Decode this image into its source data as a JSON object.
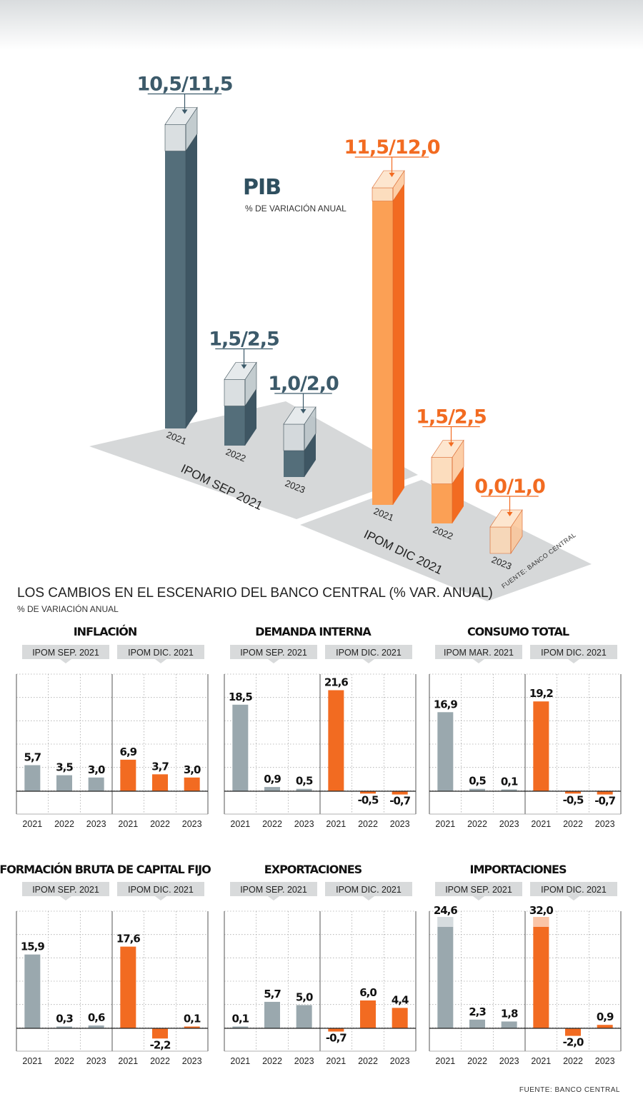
{
  "chart_data": [
    {
      "type": "bar",
      "title": "PIB",
      "subtitle": "% DE VARIACIÓN ANUAL",
      "groups": [
        {
          "name": "IPOM SEP 2021",
          "categories": [
            "2021",
            "2022",
            "2023"
          ],
          "low": [
            10.5,
            1.5,
            1.0
          ],
          "high": [
            11.5,
            2.5,
            2.0
          ],
          "labels": [
            "10,5/11,5",
            "1,5/2,5",
            "1,0/2,0"
          ],
          "color": "#546e7a"
        },
        {
          "name": "IPOM DIC 2021",
          "categories": [
            "2021",
            "2022",
            "2023"
          ],
          "low": [
            11.5,
            1.5,
            0.0
          ],
          "high": [
            12.0,
            2.5,
            1.0
          ],
          "labels": [
            "11,5/12,0",
            "1,5/2,5",
            "0,0/1,0"
          ],
          "color": "#f26b21"
        }
      ]
    },
    {
      "type": "bar",
      "title": "INFLACIÓN",
      "groups": [
        "IPOM SEP. 2021",
        "IPOM DIC. 2021"
      ],
      "categories": [
        "2021",
        "2022",
        "2023",
        "2021",
        "2022",
        "2023"
      ],
      "values": [
        5.7,
        3.5,
        3.0,
        6.9,
        3.7,
        3.0
      ],
      "labels": [
        "5,7",
        "3,5",
        "3,0",
        "6,9",
        "3,7",
        "3,0"
      ]
    },
    {
      "type": "bar",
      "title": "DEMANDA INTERNA",
      "groups": [
        "IPOM SEP. 2021",
        "IPOM DIC. 2021"
      ],
      "categories": [
        "2021",
        "2022",
        "2023",
        "2021",
        "2022",
        "2023"
      ],
      "values": [
        18.5,
        0.9,
        0.5,
        21.6,
        -0.5,
        -0.7
      ],
      "labels": [
        "18,5",
        "0,9",
        "0,5",
        "21,6",
        "-0,5",
        "-0,7"
      ]
    },
    {
      "type": "bar",
      "title": "CONSUMO TOTAL",
      "groups": [
        "IPOM MAR. 2021",
        "IPOM DIC. 2021"
      ],
      "categories": [
        "2021",
        "2022",
        "2023",
        "2021",
        "2022",
        "2023"
      ],
      "values": [
        16.9,
        0.5,
        0.1,
        19.2,
        -0.5,
        -0.7
      ],
      "labels": [
        "16,9",
        "0,5",
        "0,1",
        "19,2",
        "-0,5",
        "-0,7"
      ]
    },
    {
      "type": "bar",
      "title": "FORMACIÓN BRUTA DE CAPITAL FIJO",
      "groups": [
        "IPOM SEP. 2021",
        "IPOM DIC. 2021"
      ],
      "categories": [
        "2021",
        "2022",
        "2023",
        "2021",
        "2022",
        "2023"
      ],
      "values": [
        15.9,
        0.3,
        0.6,
        17.6,
        -2.2,
        0.1
      ],
      "labels": [
        "15,9",
        "0,3",
        "0,6",
        "17,6",
        "-2,2",
        "0,1"
      ]
    },
    {
      "type": "bar",
      "title": "EXPORTACIONES",
      "groups": [
        "IPOM SEP. 2021",
        "IPOM DIC. 2021"
      ],
      "categories": [
        "2021",
        "2022",
        "2023",
        "2021",
        "2022",
        "2023"
      ],
      "values": [
        0.1,
        5.7,
        5.0,
        -0.7,
        6.0,
        4.4
      ],
      "labels": [
        "0,1",
        "5,7",
        "5,0",
        "-0,7",
        "6,0",
        "4,4"
      ]
    },
    {
      "type": "bar",
      "title": "IMPORTACIONES",
      "groups": [
        "IPOM SEP. 2021",
        "IPOM DIC. 2021"
      ],
      "categories": [
        "2021",
        "2022",
        "2023",
        "2021",
        "2022",
        "2023"
      ],
      "values": [
        24.6,
        2.3,
        1.8,
        32.0,
        -2.0,
        0.9
      ],
      "labels": [
        "24,6",
        "2,3",
        "1,8",
        "32,0",
        "-2,0",
        "0,9"
      ]
    }
  ],
  "section": {
    "title": "LOS CAMBIOS EN EL ESCENARIO DEL BANCO CENTRAL (% VAR. ANUAL)",
    "subtitle": "% DE VARIACIÓN ANUAL"
  },
  "sources": {
    "top": "FUENTE: BANCO CENTRAL",
    "bottom": "FUENTE: BANCO CENTRAL"
  },
  "colors": {
    "gray_bar": "#9aa8ae",
    "orange_bar": "#f26b21",
    "slate_bar": "#546e7a",
    "platform": "#d6d8d9",
    "tab_fill": "#d8dadb"
  }
}
